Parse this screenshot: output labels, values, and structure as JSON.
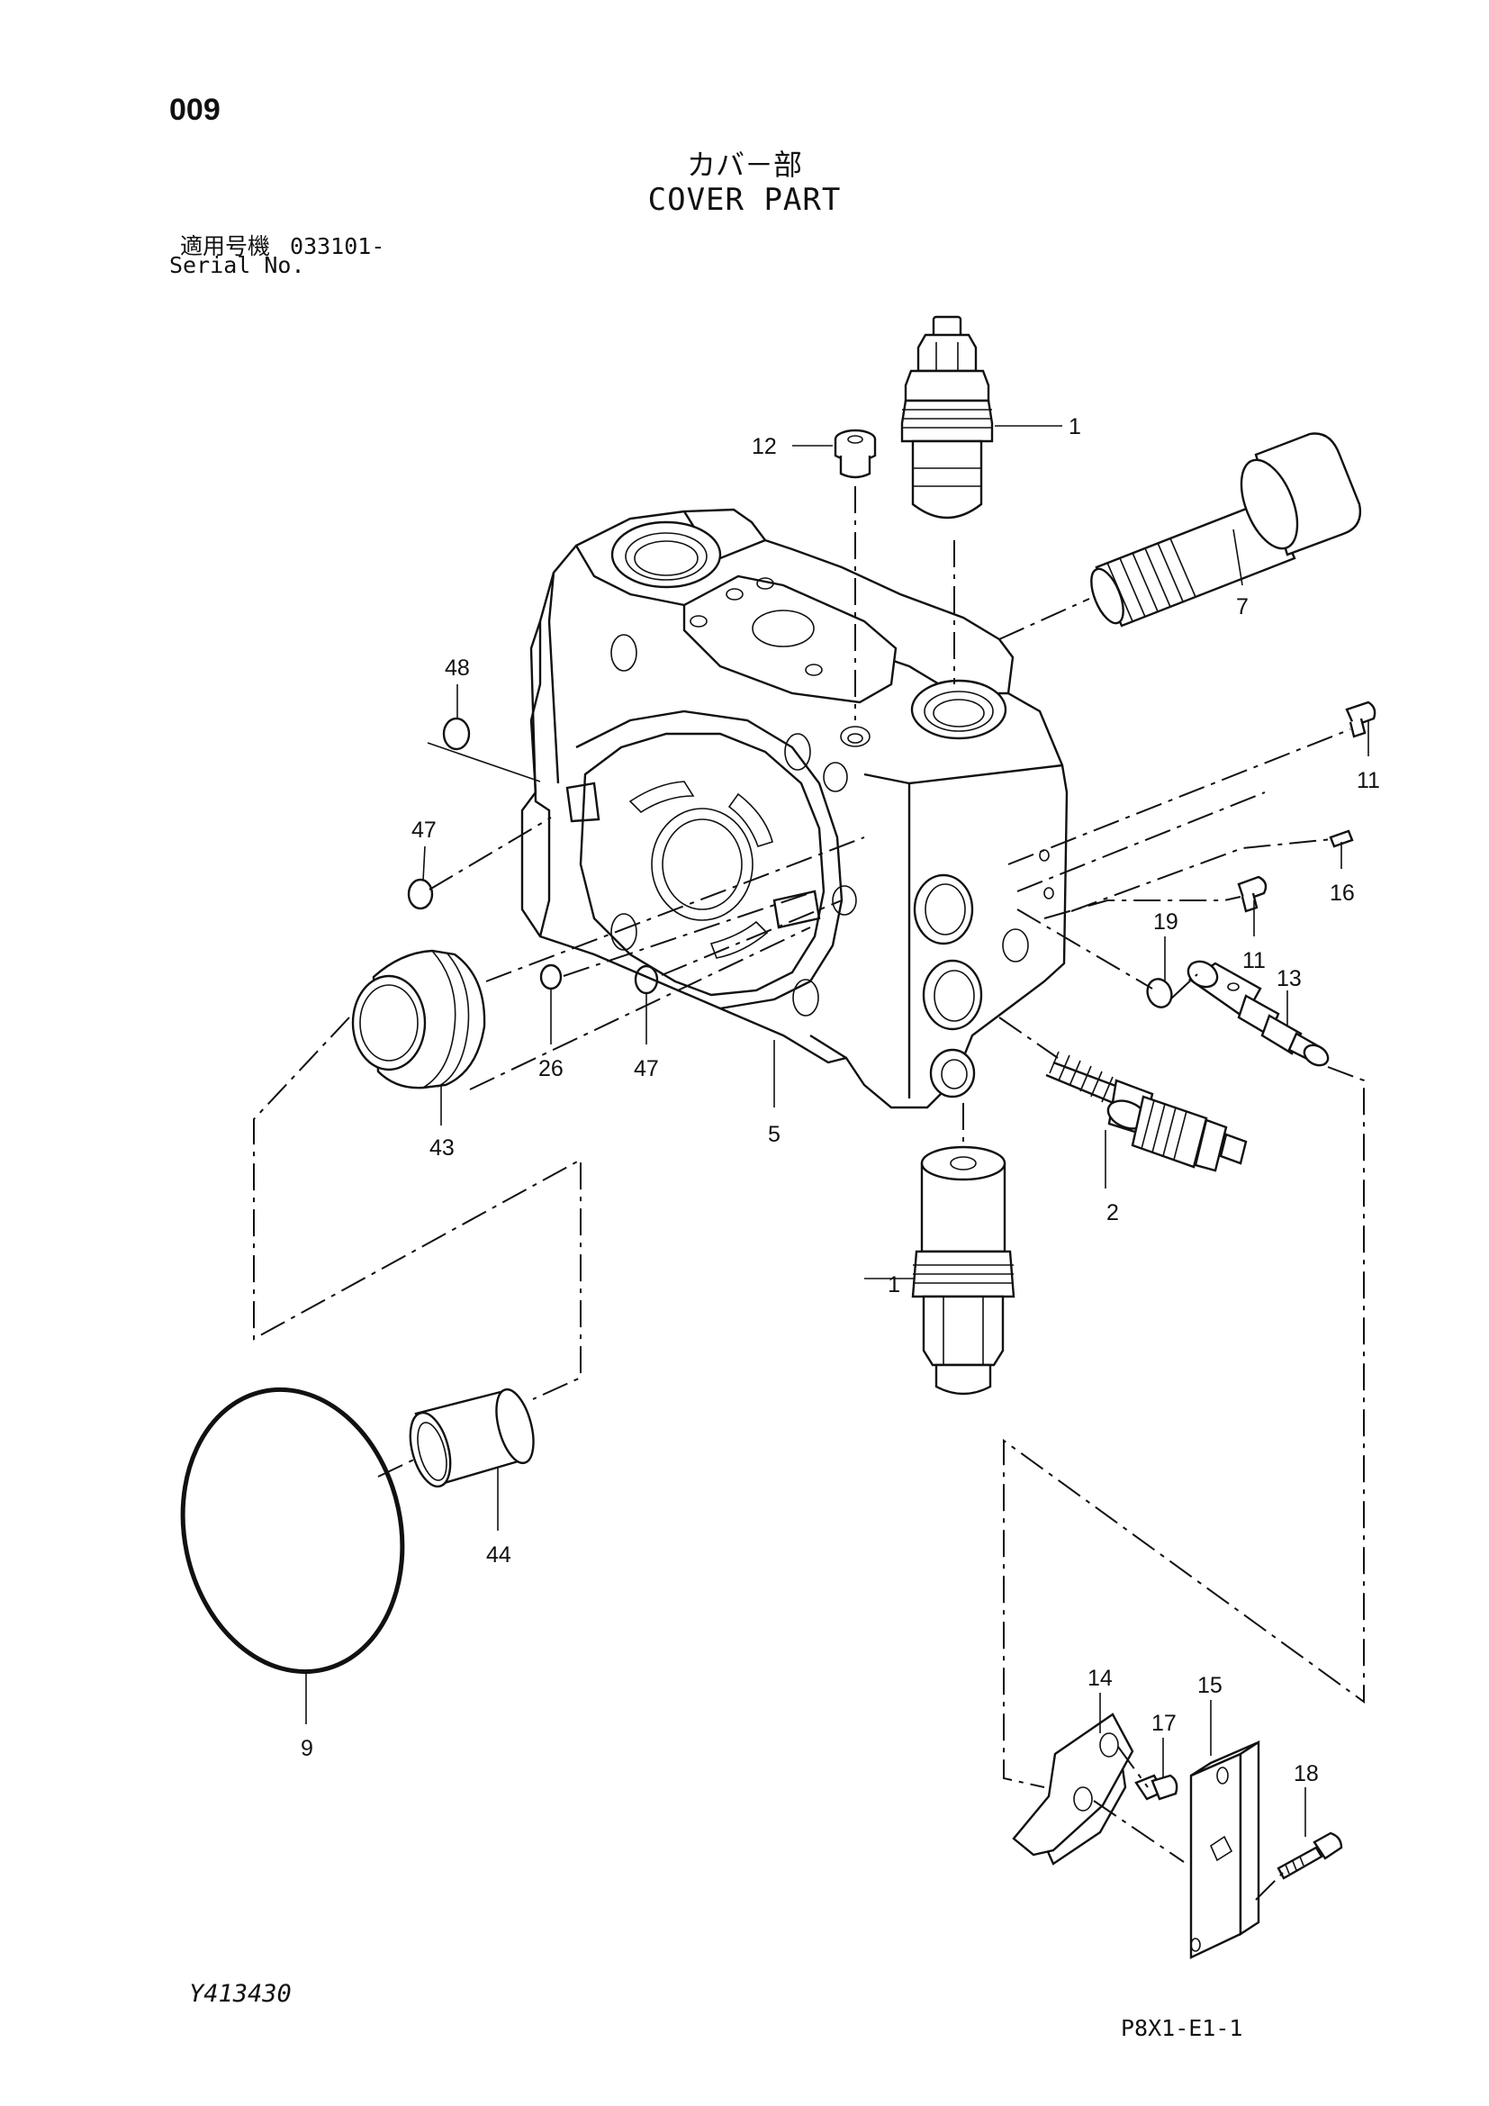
{
  "page": {
    "page_number": "009",
    "title_jp": "カバ－部",
    "title_en": "COVER PART",
    "serial_label_jp": "適用号機",
    "serial_value": "033101-",
    "serial_label_en": "Serial No.",
    "drawing_number": "Y413430",
    "sheet_code": "P8X1-E1-1"
  },
  "callouts": [
    {
      "id": "c1a",
      "text": "1"
    },
    {
      "id": "c1b",
      "text": "1"
    },
    {
      "id": "c2",
      "text": "2"
    },
    {
      "id": "c5",
      "text": "5"
    },
    {
      "id": "c7",
      "text": "7"
    },
    {
      "id": "c9",
      "text": "9"
    },
    {
      "id": "c11a",
      "text": "11"
    },
    {
      "id": "c11b",
      "text": "11"
    },
    {
      "id": "c12",
      "text": "12"
    },
    {
      "id": "c13",
      "text": "13"
    },
    {
      "id": "c14",
      "text": "14"
    },
    {
      "id": "c15",
      "text": "15"
    },
    {
      "id": "c16",
      "text": "16"
    },
    {
      "id": "c17",
      "text": "17"
    },
    {
      "id": "c18",
      "text": "18"
    },
    {
      "id": "c19",
      "text": "19"
    },
    {
      "id": "c26",
      "text": "26"
    },
    {
      "id": "c43",
      "text": "43"
    },
    {
      "id": "c44",
      "text": "44"
    },
    {
      "id": "c47a",
      "text": "47"
    },
    {
      "id": "c47b",
      "text": "47"
    },
    {
      "id": "c48",
      "text": "48"
    }
  ]
}
